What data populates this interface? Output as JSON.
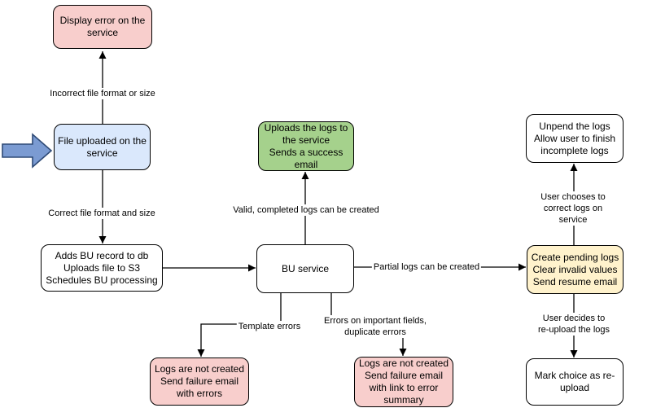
{
  "colors": {
    "canvas": "#ffffff",
    "node-pink": "#f8cecc",
    "node-blue": "#dae8fc",
    "node-green": "#a5d18c",
    "node-yellow": "#fff2cc",
    "node-white": "#ffffff",
    "node-border": "#000000",
    "edge": "#000000",
    "pointer-fill": "#7b9bd2",
    "pointer-stroke": "#2e4a76"
  },
  "nodes": {
    "display_error": "Display error on the\nservice",
    "file_uploaded": "File uploaded on the\nservice",
    "adds_bu": "Adds BU record to db\nUploads file to S3\nSchedules BU processing",
    "bu_service": "BU service",
    "uploads_logs": "Uploads the logs to\nthe service\nSends a success\nemail",
    "unpend": "Unpend the logs\nAllow user to finish\nincomplete logs",
    "create_pending": "Create pending logs\nClear invalid values\nSend resume email",
    "mark_choice": "Mark choice as re-\nupload",
    "not_created_template": "Logs are not created\nSend failure email\nwith errors",
    "not_created_fields": "Logs are not created\nSend failure email\nwith link to error\nsummary"
  },
  "edge_labels": {
    "incorrect": "Incorrect file format or size",
    "correct": "Correct file format and size",
    "valid": "Valid, completed logs can be created",
    "partial": "Partial logs can be created",
    "template": "Template errors",
    "fields": "Errors on important fields,\nduplicate errors",
    "user_correct": "User chooses to correct logs on service",
    "user_reupload": "User decides to re-upload the logs"
  }
}
